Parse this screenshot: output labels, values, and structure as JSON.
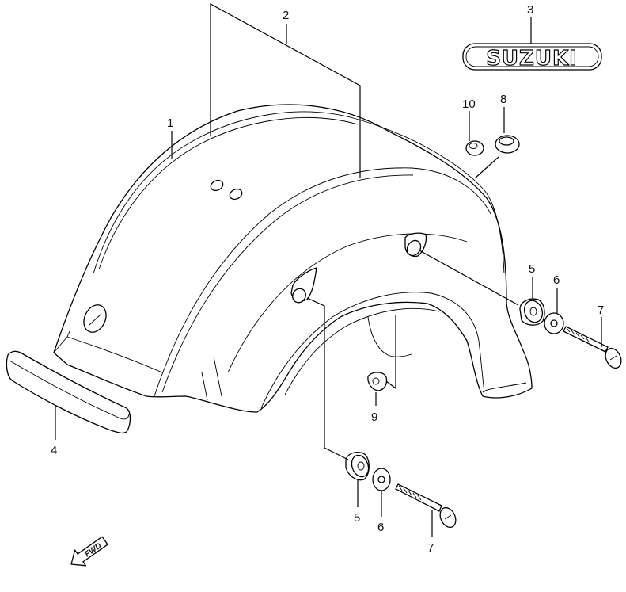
{
  "callouts": {
    "c1": "1",
    "c2": "2",
    "c3": "3",
    "c4": "4",
    "c5a": "5",
    "c5b": "5",
    "c6a": "6",
    "c6b": "6",
    "c7a": "7",
    "c7b": "7",
    "c8": "8",
    "c9": "9",
    "c10": "10"
  },
  "emblem_text": "SUZUKI",
  "fwd_text": "FWD"
}
